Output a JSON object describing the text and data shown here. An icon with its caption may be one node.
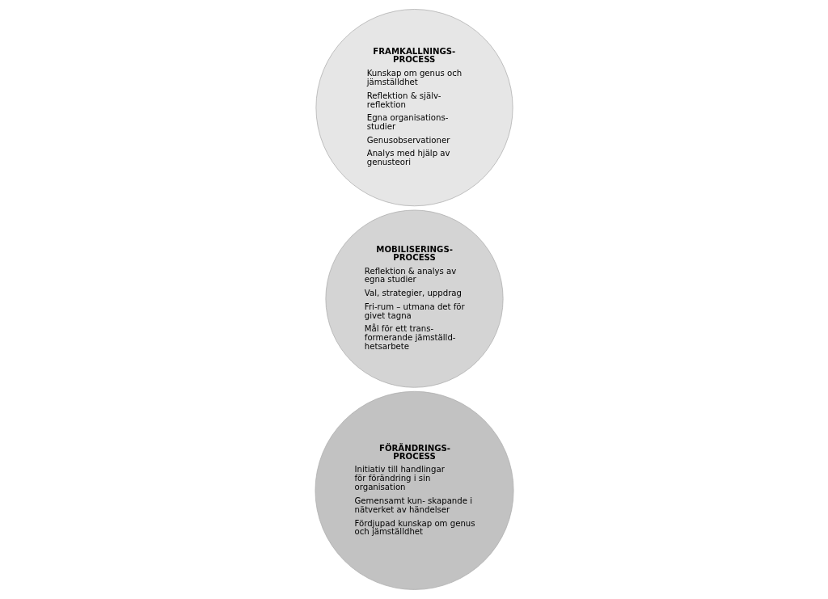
{
  "diagram": {
    "nodes": [
      {
        "text": [
          "FRAMKALLNINGS- PROCESS",
          "Kunskap om genus och jämställdhet",
          "Reflektion & själv- reflektion",
          "Egna organisations- studier",
          "Genusobservationer",
          "Analys med hjälp av genusteori"
        ]
      },
      {
        "text": [
          "MOBILISERINGS- PROCESS",
          "Reflektion & analys av egna studier",
          "Val, strategier, uppdrag",
          "Fri-rum – utmana det för givet tagna",
          "Mål för ett trans- formerande jämställd- hetsarbete"
        ]
      },
      {
        "text": [
          "FÖRÄNDRINGS- PROCESS",
          "Initiativ till handlingar för förändring i sin organisation",
          "Gemensamt kun- skapande i nätverket av händelser",
          "Fördjupad kunskap om genus och jämställdhet"
        ]
      }
    ],
    "edges": []
  }
}
